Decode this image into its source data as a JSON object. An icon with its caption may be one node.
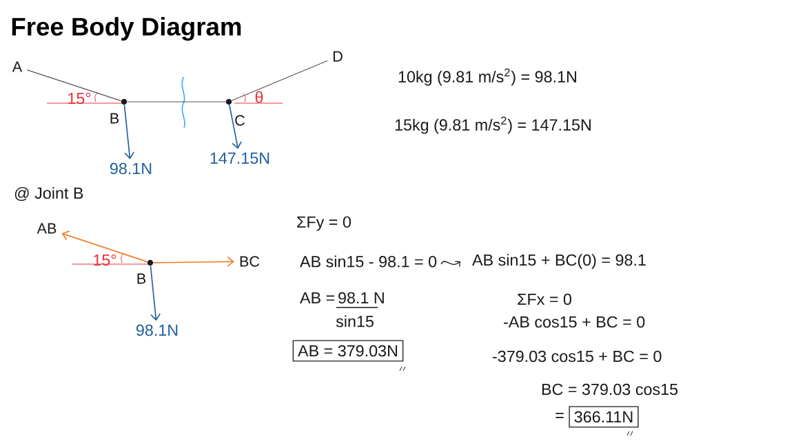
{
  "diagram": {
    "title": "Free Body Diagram",
    "nodes": [
      {
        "text": [
          "A"
        ]
      },
      {
        "text": [],
        "shape": "circle",
        "beside": [
          "B"
        ]
      },
      {
        "text": [],
        "shape": "circle",
        "beside": [
          "C"
        ]
      },
      {
        "text": [
          "D"
        ]
      },
      {
        "text": [
          "98.1N"
        ]
      },
      {
        "text": [
          "147.15N"
        ]
      },
      {
        "text": [],
        "shape": "circle",
        "beside": [
          "B"
        ]
      },
      {
        "text": [
          "AB"
        ]
      },
      {
        "text": [
          "BC"
        ]
      },
      {
        "text": [
          "98.1N"
        ]
      },
      {
        "text": [
          "AB = 379.03N"
        ]
      },
      {
        "text": [
          "366.11N"
        ]
      }
    ],
    "edges": [
      {
        "from": 0,
        "to": 1,
        "arrow": "none"
      },
      {
        "from": 1,
        "to": 2,
        "arrow": "none"
      },
      {
        "from": 2,
        "to": 3,
        "arrow": "none"
      },
      {
        "from": 1,
        "to": 4,
        "arrow": "to",
        "color": "#1f5f9e"
      },
      {
        "from": 2,
        "to": 5,
        "arrow": "to",
        "color": "#1f5f9e"
      },
      {
        "from": 6,
        "to": 7,
        "arrow": "to",
        "color": "#f07f2a"
      },
      {
        "from": 6,
        "to": 8,
        "arrow": "to",
        "color": "#f07f2a"
      },
      {
        "from": 6,
        "to": 9,
        "arrow": "to",
        "color": "#1f5f9e"
      }
    ],
    "labels": [
      "15°",
      "θ",
      "10kg (9.81 m/s$^{2}$) = 98.1N",
      "15kg (9.81 m/s$^{2}$) = 147.15N",
      "@ Joint B",
      "15°",
      "ΣFy = 0",
      "AB sin15 - 98.1 = 0",
      "AB sin15 + BC(0) = 98.1",
      "AB =",
      "98.1 N",
      "sin15",
      "ΣFx = 0",
      "-AB cos15 + BC = 0",
      "-379.03 cos15 + BC = 0",
      "BC = 379.03 cos15",
      "="
    ]
  }
}
